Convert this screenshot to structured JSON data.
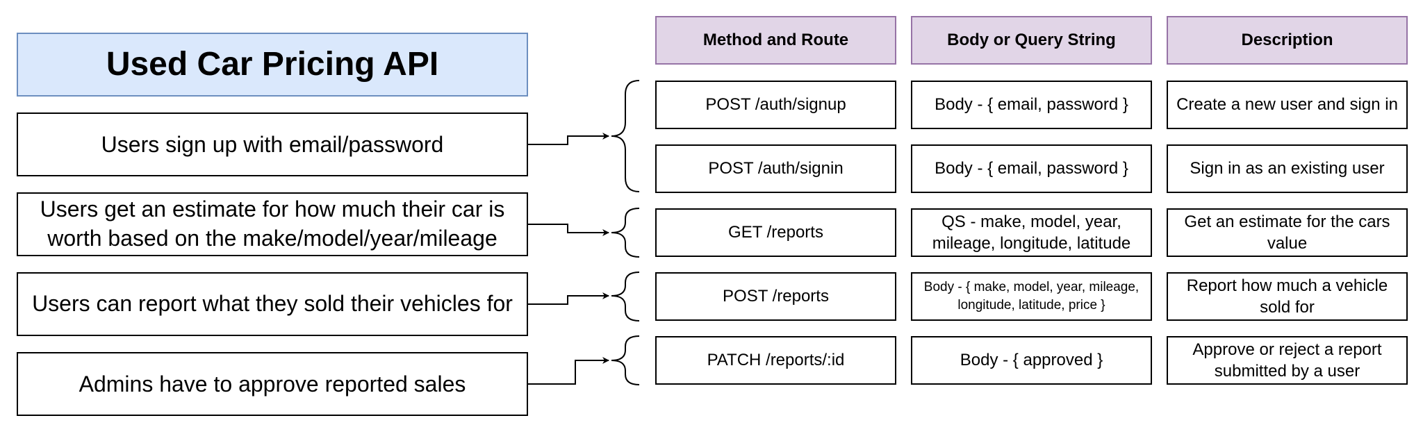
{
  "title": "Used Car Pricing API",
  "features": [
    "Users sign up with email/password",
    "Users get an estimate for how much their car is worth based on the make/model/year/mileage",
    "Users can report what they sold their vehicles for",
    "Admins have to approve reported sales"
  ],
  "table": {
    "headers": {
      "route": "Method and Route",
      "body": "Body or Query String",
      "description": "Description"
    },
    "rows": [
      {
        "route": "POST /auth/signup",
        "body": "Body - { email, password }",
        "description": "Create a new user and sign in"
      },
      {
        "route": "POST /auth/signin",
        "body": "Body - { email, password }",
        "description": "Sign in as an existing user"
      },
      {
        "route": "GET /reports",
        "body": "QS - make, model, year, mileage, longitude, latitude",
        "description": "Get an estimate for the cars value"
      },
      {
        "route": "POST /reports",
        "body": "Body - { make, model, year, mileage, longitude, latitude, price }",
        "description": "Report how much a vehicle sold for"
      },
      {
        "route": "PATCH /reports/:id",
        "body": "Body - { approved }",
        "description": "Approve or reject a report submitted by a user"
      }
    ]
  },
  "colors": {
    "title_fill": "#dae8fc",
    "title_border": "#6c8ebf",
    "header_fill": "#e1d5e7",
    "header_border": "#9673a6"
  }
}
